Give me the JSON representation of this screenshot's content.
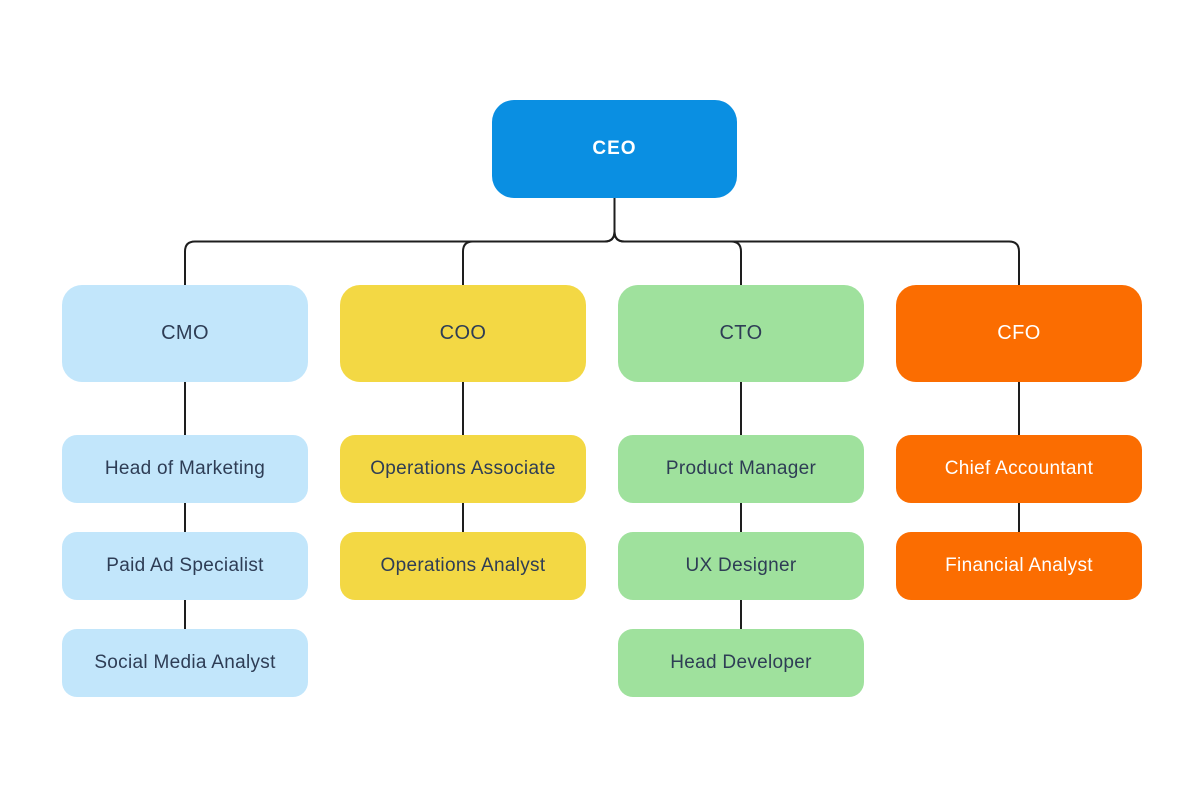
{
  "page": {
    "background": "#ffffff"
  },
  "org_chart": {
    "connector_color": "#1e1e1e",
    "root": {
      "label": "CEO",
      "color": "#0a8fe2",
      "text_color": "#ffffff"
    },
    "branches": [
      {
        "label": "CMO",
        "color": "#c2e6fb",
        "text_color": "#2e3d55",
        "children": [
          {
            "label": "Head of Marketing"
          },
          {
            "label": "Paid Ad Specialist"
          },
          {
            "label": "Social Media Analyst"
          }
        ]
      },
      {
        "label": "COO",
        "color": "#f3d844",
        "text_color": "#2e3d55",
        "children": [
          {
            "label": "Operations Associate"
          },
          {
            "label": "Operations Analyst"
          }
        ]
      },
      {
        "label": "CTO",
        "color": "#9fe19d",
        "text_color": "#2e3d55",
        "children": [
          {
            "label": "Product Manager"
          },
          {
            "label": "UX Designer"
          },
          {
            "label": "Head Developer"
          }
        ]
      },
      {
        "label": "CFO",
        "color": "#fb6d01",
        "text_color": "#ffffff",
        "children": [
          {
            "label": "Chief Accountant"
          },
          {
            "label": "Financial Analyst"
          }
        ]
      }
    ]
  }
}
